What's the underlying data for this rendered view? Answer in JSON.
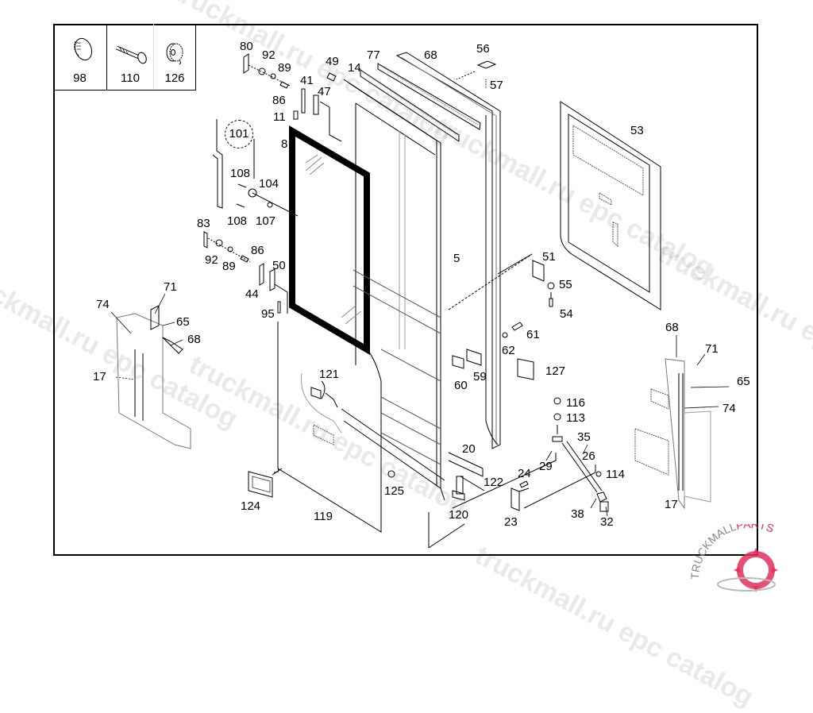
{
  "legend": {
    "items": [
      {
        "part": "98",
        "icon": "cap-plug-icon"
      },
      {
        "part": "110",
        "icon": "bolt-icon"
      },
      {
        "part": "126",
        "icon": "bushing-icon"
      }
    ]
  },
  "callouts": [
    {
      "id": "80",
      "label": "80"
    },
    {
      "id": "92a",
      "label": "92"
    },
    {
      "id": "89a",
      "label": "89"
    },
    {
      "id": "86a",
      "label": "86"
    },
    {
      "id": "41",
      "label": "41"
    },
    {
      "id": "47",
      "label": "47"
    },
    {
      "id": "11",
      "label": "11"
    },
    {
      "id": "49",
      "label": "49"
    },
    {
      "id": "14",
      "label": "14"
    },
    {
      "id": "77",
      "label": "77"
    },
    {
      "id": "68a",
      "label": "68"
    },
    {
      "id": "56",
      "label": "56"
    },
    {
      "id": "57",
      "label": "57"
    },
    {
      "id": "101",
      "label": "101"
    },
    {
      "id": "8",
      "label": "8"
    },
    {
      "id": "108a",
      "label": "108"
    },
    {
      "id": "104",
      "label": "104"
    },
    {
      "id": "108b",
      "label": "108"
    },
    {
      "id": "107",
      "label": "107"
    },
    {
      "id": "83",
      "label": "83"
    },
    {
      "id": "92b",
      "label": "92"
    },
    {
      "id": "89b",
      "label": "89"
    },
    {
      "id": "86b",
      "label": "86"
    },
    {
      "id": "50",
      "label": "50"
    },
    {
      "id": "44",
      "label": "44"
    },
    {
      "id": "95",
      "label": "95"
    },
    {
      "id": "53",
      "label": "53"
    },
    {
      "id": "5",
      "label": "5"
    },
    {
      "id": "51",
      "label": "51"
    },
    {
      "id": "55",
      "label": "55"
    },
    {
      "id": "54",
      "label": "54"
    },
    {
      "id": "61",
      "label": "61"
    },
    {
      "id": "62",
      "label": "62"
    },
    {
      "id": "127",
      "label": "127"
    },
    {
      "id": "59",
      "label": "59"
    },
    {
      "id": "60",
      "label": "60"
    },
    {
      "id": "71a",
      "label": "71"
    },
    {
      "id": "74a",
      "label": "74"
    },
    {
      "id": "65a",
      "label": "65"
    },
    {
      "id": "68b",
      "label": "68"
    },
    {
      "id": "17a",
      "label": "17"
    },
    {
      "id": "121",
      "label": "121"
    },
    {
      "id": "116",
      "label": "116"
    },
    {
      "id": "113",
      "label": "113"
    },
    {
      "id": "35",
      "label": "35"
    },
    {
      "id": "29",
      "label": "29"
    },
    {
      "id": "26",
      "label": "26"
    },
    {
      "id": "20",
      "label": "20"
    },
    {
      "id": "24",
      "label": "24"
    },
    {
      "id": "114",
      "label": "114"
    },
    {
      "id": "122",
      "label": "122"
    },
    {
      "id": "125",
      "label": "125"
    },
    {
      "id": "124",
      "label": "124"
    },
    {
      "id": "119",
      "label": "119"
    },
    {
      "id": "120",
      "label": "120"
    },
    {
      "id": "23",
      "label": "23"
    },
    {
      "id": "38",
      "label": "38"
    },
    {
      "id": "32",
      "label": "32"
    },
    {
      "id": "68c",
      "label": "68"
    },
    {
      "id": "71b",
      "label": "71"
    },
    {
      "id": "65b",
      "label": "65"
    },
    {
      "id": "74b",
      "label": "74"
    },
    {
      "id": "17b",
      "label": "17"
    }
  ],
  "watermarks": [
    "truckmall.ru epc catalog",
    "truckmall.ru epc catalog",
    "truckmall.ru epc catalog",
    "truckmall.ru epc catalog"
  ],
  "brand": {
    "text_dark": "TRUCKMALL",
    "text_accent": "PARTS",
    "accent_color": "#e0335e"
  }
}
